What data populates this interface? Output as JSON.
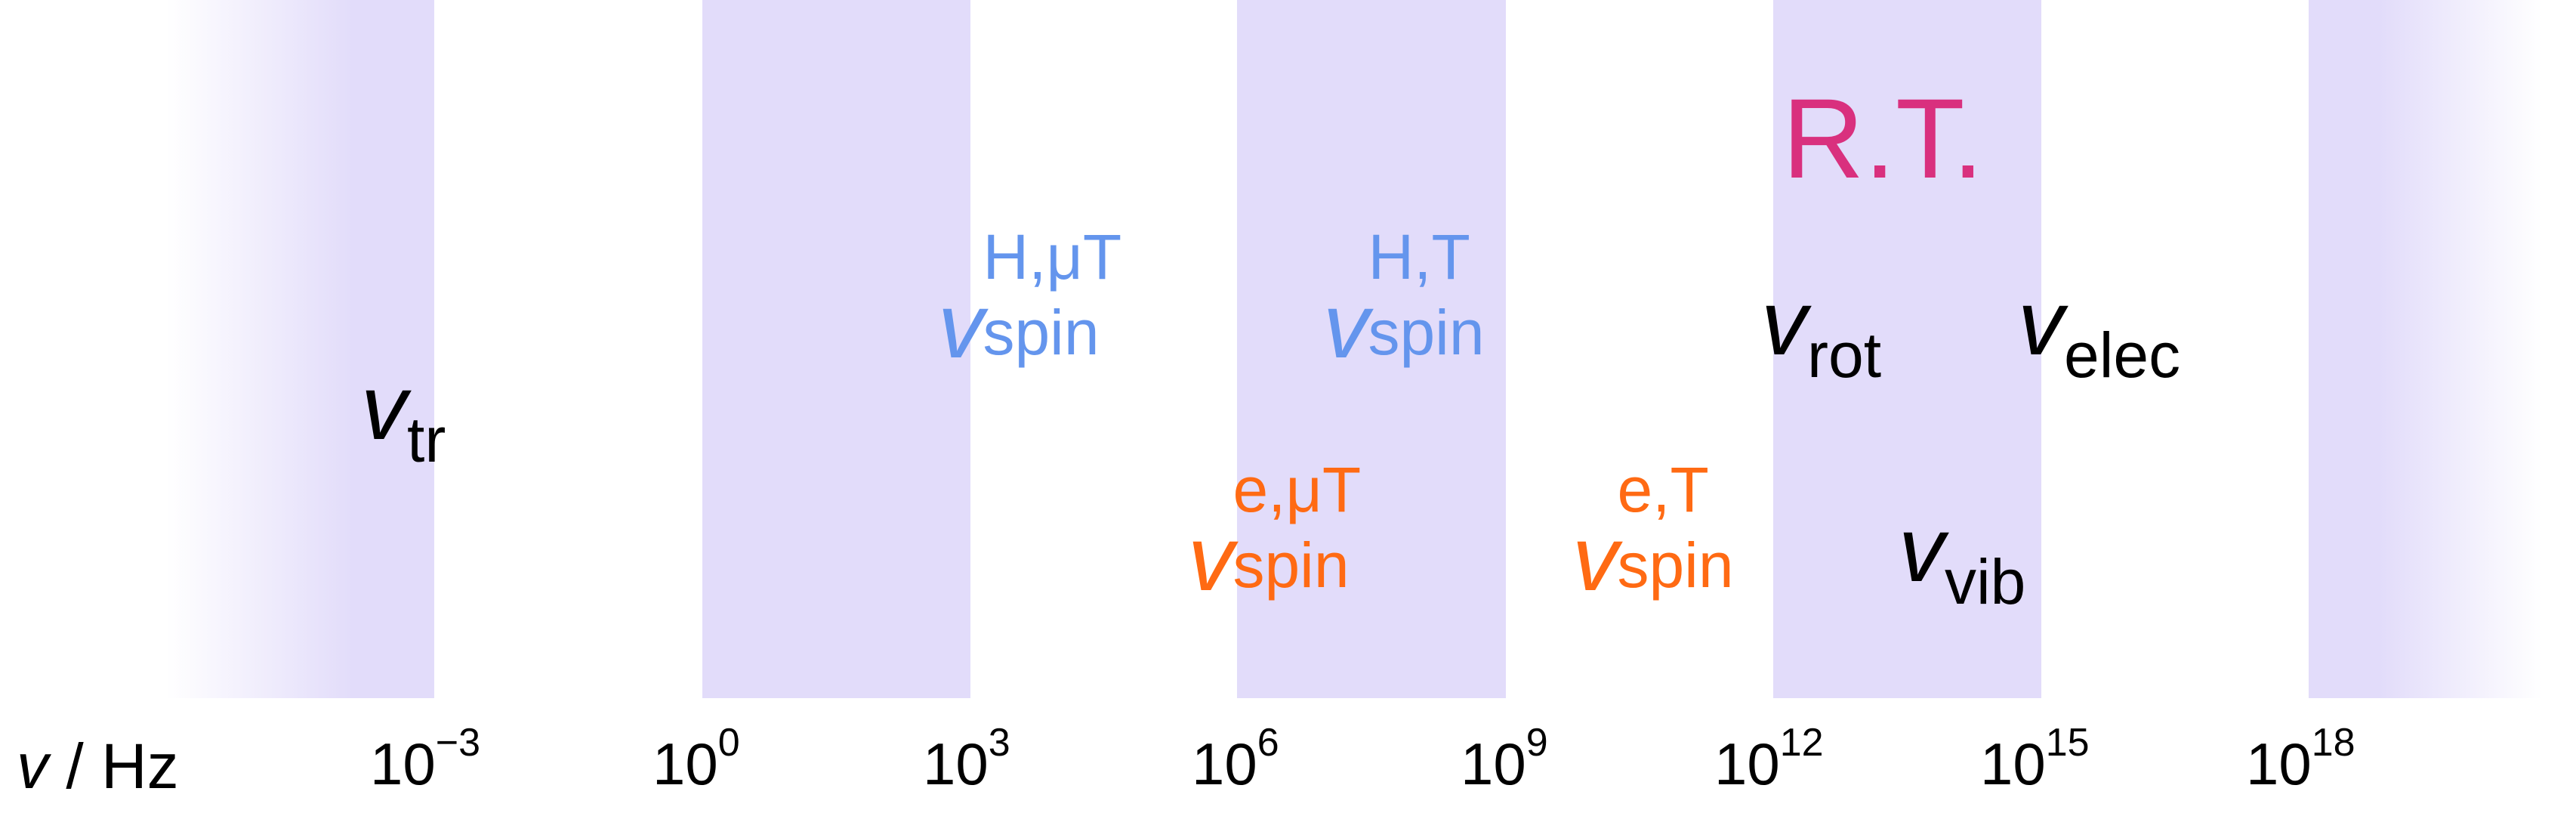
{
  "colors": {
    "band": "#e2dcfa",
    "nuclear_spin": "#6495ed",
    "electron_spin": "#ff6a13",
    "room_temperature": "#d9307e",
    "default": "#000000"
  },
  "axis": {
    "symbol": "v",
    "unit": " / Hz",
    "ticks": [
      {
        "base": "10",
        "exp": "−3"
      },
      {
        "base": "10",
        "exp": "0"
      },
      {
        "base": "10",
        "exp": "3"
      },
      {
        "base": "10",
        "exp": "6"
      },
      {
        "base": "10",
        "exp": "9"
      },
      {
        "base": "10",
        "exp": "12"
      },
      {
        "base": "10",
        "exp": "15"
      },
      {
        "base": "10",
        "exp": "18"
      }
    ]
  },
  "room_temperature_label": "R.T.",
  "labels": {
    "tr": {
      "symbol": "v",
      "sub": "tr"
    },
    "spin_h_ut": {
      "symbol": "v",
      "sup": "H,μT",
      "sub": "spin"
    },
    "spin_h_t": {
      "symbol": "v",
      "sup": "H,T",
      "sub": "spin"
    },
    "spin_e_ut": {
      "symbol": "v",
      "sup": "e,μT",
      "sub": "spin"
    },
    "spin_e_t": {
      "symbol": "v",
      "sup": "e,T",
      "sub": "spin"
    },
    "rot": {
      "symbol": "v",
      "sub": "rot"
    },
    "elec": {
      "symbol": "v",
      "sub": "elec"
    },
    "vib": {
      "symbol": "v",
      "sub": "vib"
    }
  }
}
